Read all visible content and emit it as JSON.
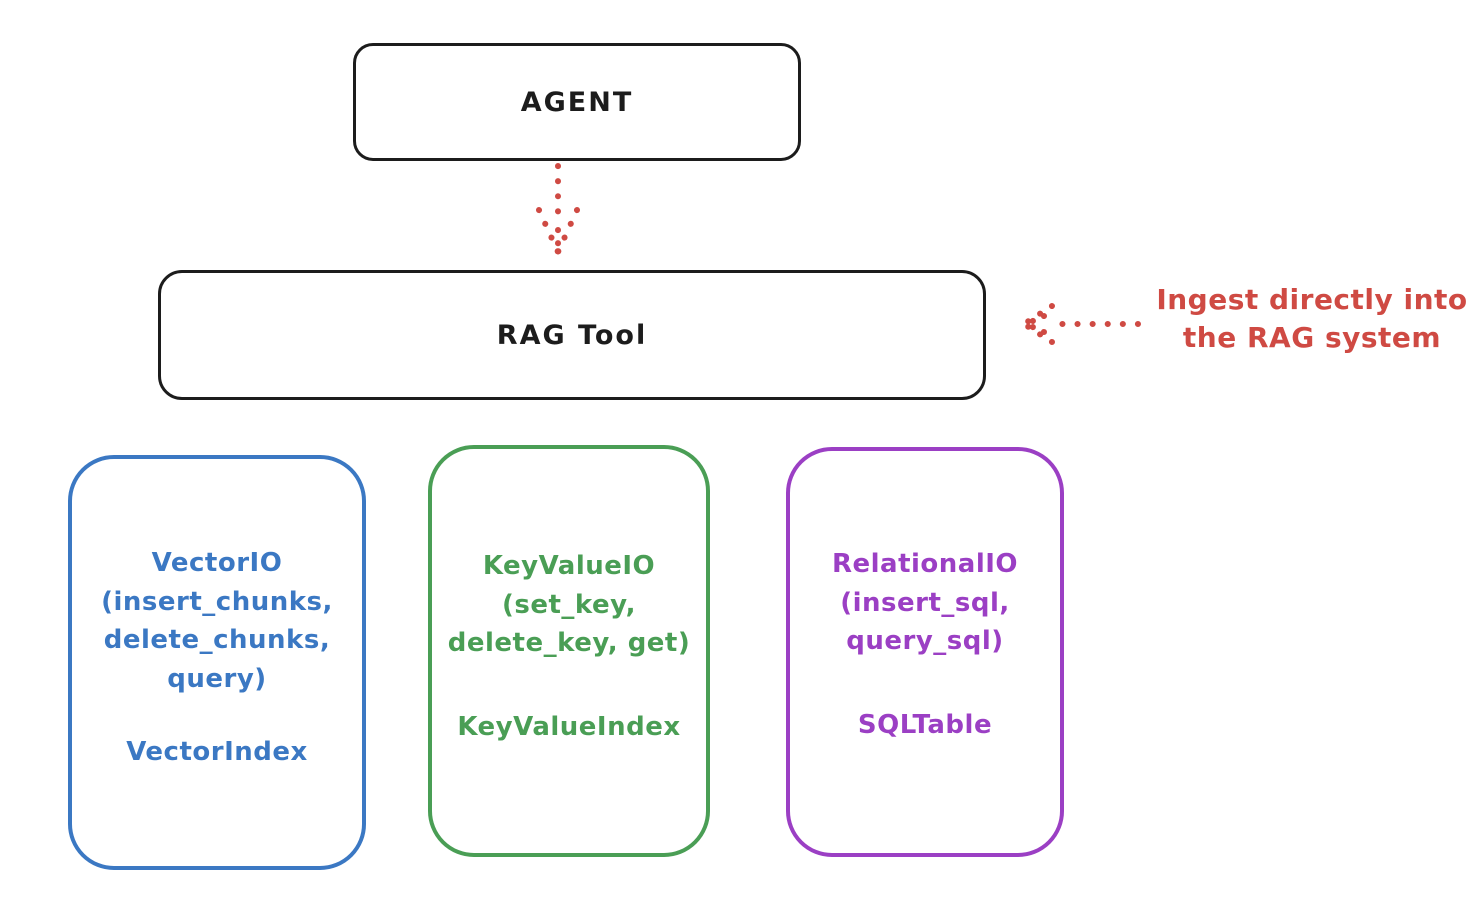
{
  "agent_box": {
    "label": "AGENT"
  },
  "rag_tool_box": {
    "label": "RAG Tool"
  },
  "ingest_annotation": {
    "line1": "Ingest directly into",
    "line2": "the RAG system"
  },
  "io_boxes": [
    {
      "id": "vector-io",
      "color": "#3b78c3",
      "method_lines": [
        "VectorIO",
        "(insert_chunks,",
        "delete_chunks,",
        "query)"
      ],
      "index_label": "VectorIndex"
    },
    {
      "id": "keyvalue-io",
      "color": "#4a9e55",
      "method_lines": [
        "KeyValueIO",
        "(set_key,",
        "delete_key, get)"
      ],
      "index_label": "KeyValueIndex"
    },
    {
      "id": "relational-io",
      "color": "#9b3fc4",
      "method_lines": [
        "RelationalIO",
        "(insert_sql,",
        "query_sql)"
      ],
      "index_label": "SQLTable"
    }
  ],
  "colors": {
    "ink_black": "#1c1c1c",
    "arrow_red": "#cf4a43",
    "vector_blue": "#3b78c3",
    "keyvalue_green": "#4a9e55",
    "relational_purple": "#9b3fc4",
    "background": "#ffffff"
  }
}
